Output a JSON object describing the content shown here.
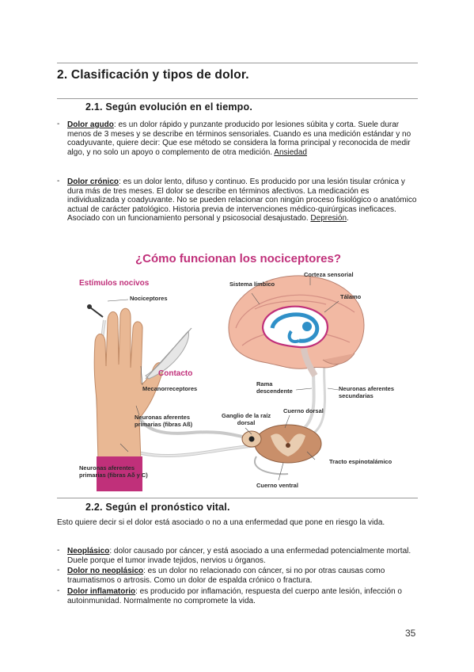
{
  "heading": "2. Clasificación y tipos de dolor.",
  "section_1": {
    "title": "2.1. Según evolución en el tiempo.",
    "items": [
      {
        "term": "Dolor agudo",
        "text": ": es un dolor rápido y punzante producido por lesiones súbita y corta. Suele durar menos de 3 meses y se describe en términos sensoriales. Cuando es una medición estándar y no coadyuvante, quiere decir: Que ese método se considera la forma principal y reconocida de medir algo, y no solo un apoyo o complemento de otra medición. ",
        "tail": "Ansiedad"
      },
      {
        "term": "Dolor crónico",
        "text": ": es un dolor lento, difuso y continuo. Es producido por una lesión tisular crónica y dura más de tres meses. El dolor se describe en términos afectivos. La medicación es individualizada y coadyuvante. No se pueden relacionar con ningún proceso fisiológico o anatómico actual de carácter patológico. Historia previa de intervenciones médico-quirúrgicas ineficaces. Asociado con un funcionamiento personal y psicosocial desajustado. ",
        "tail": "Depresión",
        "tail_after": "."
      }
    ]
  },
  "figure": {
    "title": "¿Cómo funcionan los nociceptores?",
    "labels": {
      "estimulos": "Estímulos nocivos",
      "nociceptores": "Nociceptores",
      "contacto": "Contacto",
      "mecanorreceptores": "Mecanorreceptores",
      "neuronas_ab_1": "Neuronas aferentes",
      "neuronas_ab_2": "primarias (fibras Aß)",
      "neuronas_ad_1": "Neuronas aferentes",
      "neuronas_ad_2": "primarias (fibras Aδ y C)",
      "sistema_limbico": "Sistema límbico",
      "corteza": "Corteza sensorial",
      "talamo": "Tálamo",
      "rama_1": "Rama",
      "rama_2": "descendente",
      "secundarias_1": "Neuronas aferentes",
      "secundarias_2": "secundarias",
      "ganglio_1": "Ganglio de la raíz",
      "ganglio_2": "dorsal",
      "cuerno_dorsal": "Cuerno dorsal",
      "tracto": "Tracto espinotalámico",
      "cuerno_ventral": "Cuerno ventral"
    },
    "colors": {
      "title": "#c0307a",
      "skin": "#e9b894",
      "brain": "#f2b9a3",
      "limbic": "#2f90c8",
      "spine": "#c98f6a"
    }
  },
  "section_2": {
    "title": "2.2. Según el pronóstico vital.",
    "intro": "Esto quiere decir si el dolor está asociado o no a una enfermedad que pone en riesgo la vida.",
    "items": [
      {
        "term": "Neoplásico",
        "text": ": dolor causado por cáncer, y está asociado a una enfermedad potencialmente mortal. Duele porque el tumor invade tejidos, nervios u órganos."
      },
      {
        "term": "Dolor no neoplásico",
        "text": ": es un dolor no relacionado con cáncer, si no por otras causas como traumatismos o artrosis. Como un dolor de espalda crónico o fractura."
      },
      {
        "term": "Dolor inflamatorio",
        "text": ": es producido por inflamación, respuesta del cuerpo ante lesión, infección o autoinmunidad. Normalmente no compromete la vida."
      }
    ]
  },
  "page_number": "35"
}
